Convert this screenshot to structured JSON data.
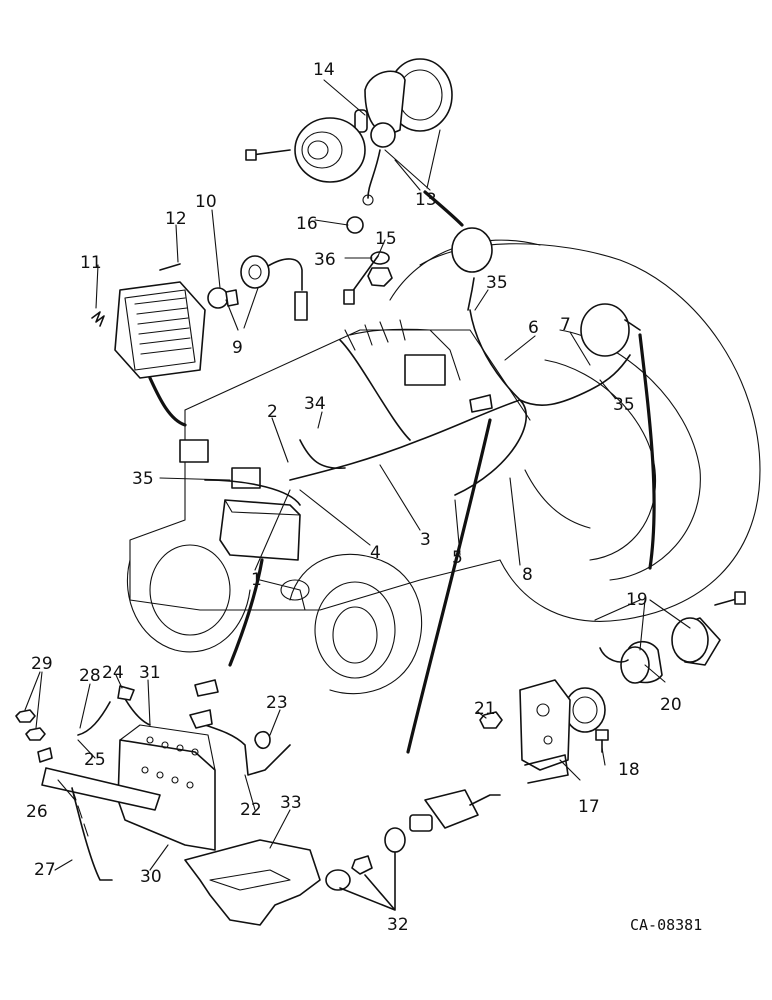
{
  "diagram": {
    "callouts": [
      "1",
      "2",
      "3",
      "4",
      "5",
      "6",
      "7",
      "8",
      "9",
      "10",
      "11",
      "12",
      "13",
      "14",
      "15",
      "16",
      "17",
      "18",
      "19",
      "20",
      "21",
      "22",
      "23",
      "24",
      "25",
      "26",
      "27",
      "28",
      "29",
      "30",
      "31",
      "32",
      "33",
      "34",
      "35",
      "35",
      "35",
      "36"
    ],
    "drawing_code": "CA-08381"
  }
}
